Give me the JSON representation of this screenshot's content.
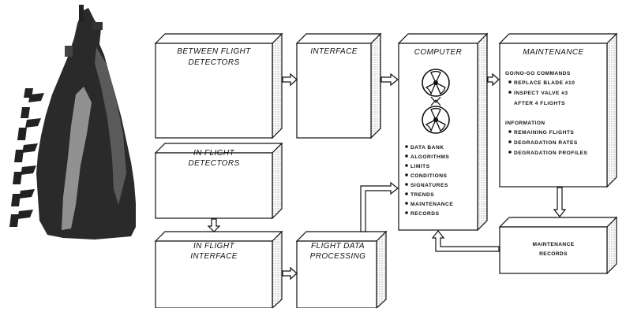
{
  "boxes": {
    "between_flight_detectors": {
      "line1": "BETWEEN FLIGHT",
      "line2": "DETECTORS"
    },
    "interface": {
      "title": "INTERFACE"
    },
    "computer": {
      "title": "COMPUTER",
      "items": [
        "DATA BANK",
        "ALGORITHMS",
        "LIMITS",
        "CONDITIONS",
        "SIGNATURES",
        "TRENDS",
        "MAINTENANCE",
        "RECORDS"
      ]
    },
    "maintenance": {
      "title": "MAINTENANCE",
      "go_heading": "GO/NO-GO COMMANDS",
      "go_items": [
        "REPLACE BLADE #10",
        "INSPECT VALVE #3"
      ],
      "go_continuation": "AFTER 4 FLIGHTS",
      "info_heading": "INFORMATION",
      "info_items": [
        "REMAINING FLIGHTS",
        "DEGRADATION RATES",
        "DEGRADATION PROFILES"
      ]
    },
    "in_flight_detectors": {
      "line1": "IN FLIGHT",
      "line2": "DETECTORS"
    },
    "in_flight_interface": {
      "line1": "IN FLIGHT",
      "line2": "INTERFACE"
    },
    "flight_data_processing": {
      "line1": "FLIGHT DATA",
      "line2": "PROCESSING"
    },
    "maintenance_records": {
      "line1": "MAINTENANCE",
      "line2": "RECORDS"
    }
  }
}
